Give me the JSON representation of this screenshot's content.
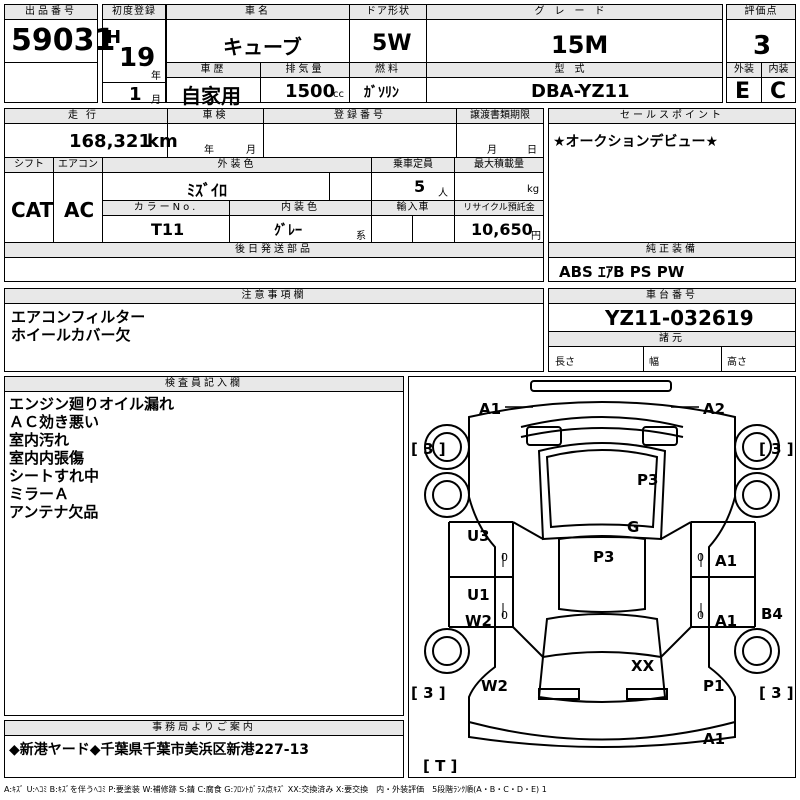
{
  "listing": {
    "lot_label": "出品番号",
    "lot_number": "59031",
    "first_reg_label": "初度登録",
    "era": "H",
    "year": "19",
    "year_unit": "年",
    "month": "1",
    "month_unit": "月",
    "car_name_label": "車名",
    "car_name": "キューブ",
    "door_label": "ドア形状",
    "door": "5W",
    "grade_label": "グレード",
    "grade": "15M",
    "score_label": "評価点",
    "score": "3",
    "history_label": "車歴",
    "history": "自家用",
    "displacement_label": "排気量",
    "displacement": "1500",
    "displacement_unit": "cc",
    "fuel_label": "燃料",
    "fuel": "ｶﾞｿﾘﾝ",
    "model_label": "型式",
    "model": "DBA-YZ11",
    "exterior_label": "外装",
    "exterior": "E",
    "interior_label": "内装",
    "interior": "C"
  },
  "row2": {
    "mileage_label": "走行",
    "mileage": "168,321",
    "mileage_unit": "km",
    "inspection_label": "車検",
    "inspection_year_unit": "年",
    "inspection_month_unit": "月",
    "registration_label": "登録番号",
    "transfer_label": "譲渡書類期限",
    "transfer_month_unit": "月",
    "transfer_day_unit": "日",
    "sales_label": "セールスポイント",
    "sales_point": "★オークションデビュー★"
  },
  "row3": {
    "shift_label": "シフト",
    "shift": "CAT",
    "ac_label": "エアコン",
    "ac": "AC",
    "color_label": "外装色",
    "color": "ﾐｽﾞｲﾛ",
    "seats_label": "乗車定員",
    "seats": "5",
    "seats_unit": "人",
    "load_label": "最大積載量",
    "load_unit": "kg",
    "color_no_label": "カラーNo.",
    "color_no": "T11",
    "int_color_label": "内装色",
    "int_color": "ｸﾞﾚｰ",
    "int_color_unit": "系",
    "import_label": "輸入車",
    "recycle_label": "リサイクル預託金",
    "recycle": "10,650",
    "recycle_unit": "円"
  },
  "later_parts_label": "後日発送部品",
  "equipment_label": "純正装備",
  "equipment": "ABS ｴｱB PS PW",
  "notes_label": "注意事項欄",
  "notes": [
    "エアコンフィルター",
    "ホイールカバー欠"
  ],
  "chassis_label": "車台番号",
  "chassis": "YZ11-032619",
  "specs_label": "諸元",
  "length_label": "長さ",
  "width_label": "幅",
  "height_label": "高さ",
  "inspector_label": "検査員記入欄",
  "inspector_notes": [
    "エンジン廻りオイル漏れ",
    "ＡＣ効き悪い",
    "室内汚れ",
    "室内内張傷",
    "シートすれ中",
    "ミラーＡ",
    "アンテナ欠品"
  ],
  "office_label": "事務局よりご案内",
  "office_note": "◆新港ヤード◆千葉県千葉市美浜区新港227-13",
  "legend": "A:ｷｽﾞ U:ﾍｺﾐ B:ｷｽﾞを伴うﾍｺﾐ P:要塗装 W:補修跡 S:錆 C:腐食 G:ﾌﾛﾝﾄｶﾞﾗｽ点ｷｽﾞ XX:交換済み X:要交換　内・外装評価　5段階ﾗﾝｸ順(A・B・C・D・E) 1",
  "diagram": {
    "a1_top": "A1",
    "a2_top": "A2",
    "p3_hood": "P3",
    "g": "G",
    "p3_roof": "P3",
    "u3": "U3",
    "zero_l1": "0",
    "u1": "U1",
    "w2_l": "W2",
    "zero_l2": "0",
    "a1_r1": "A1",
    "zero_r1": "0",
    "a1_r2": "A1",
    "zero_r2": "0",
    "b4": "B4",
    "xx": "XX",
    "w2_rear": "W2",
    "p1": "P1",
    "a1_bottom": "A1",
    "tire_fl": "3",
    "tire_fr": "3",
    "tire_rl": "3",
    "tire_rr": "3",
    "spare": "T"
  }
}
